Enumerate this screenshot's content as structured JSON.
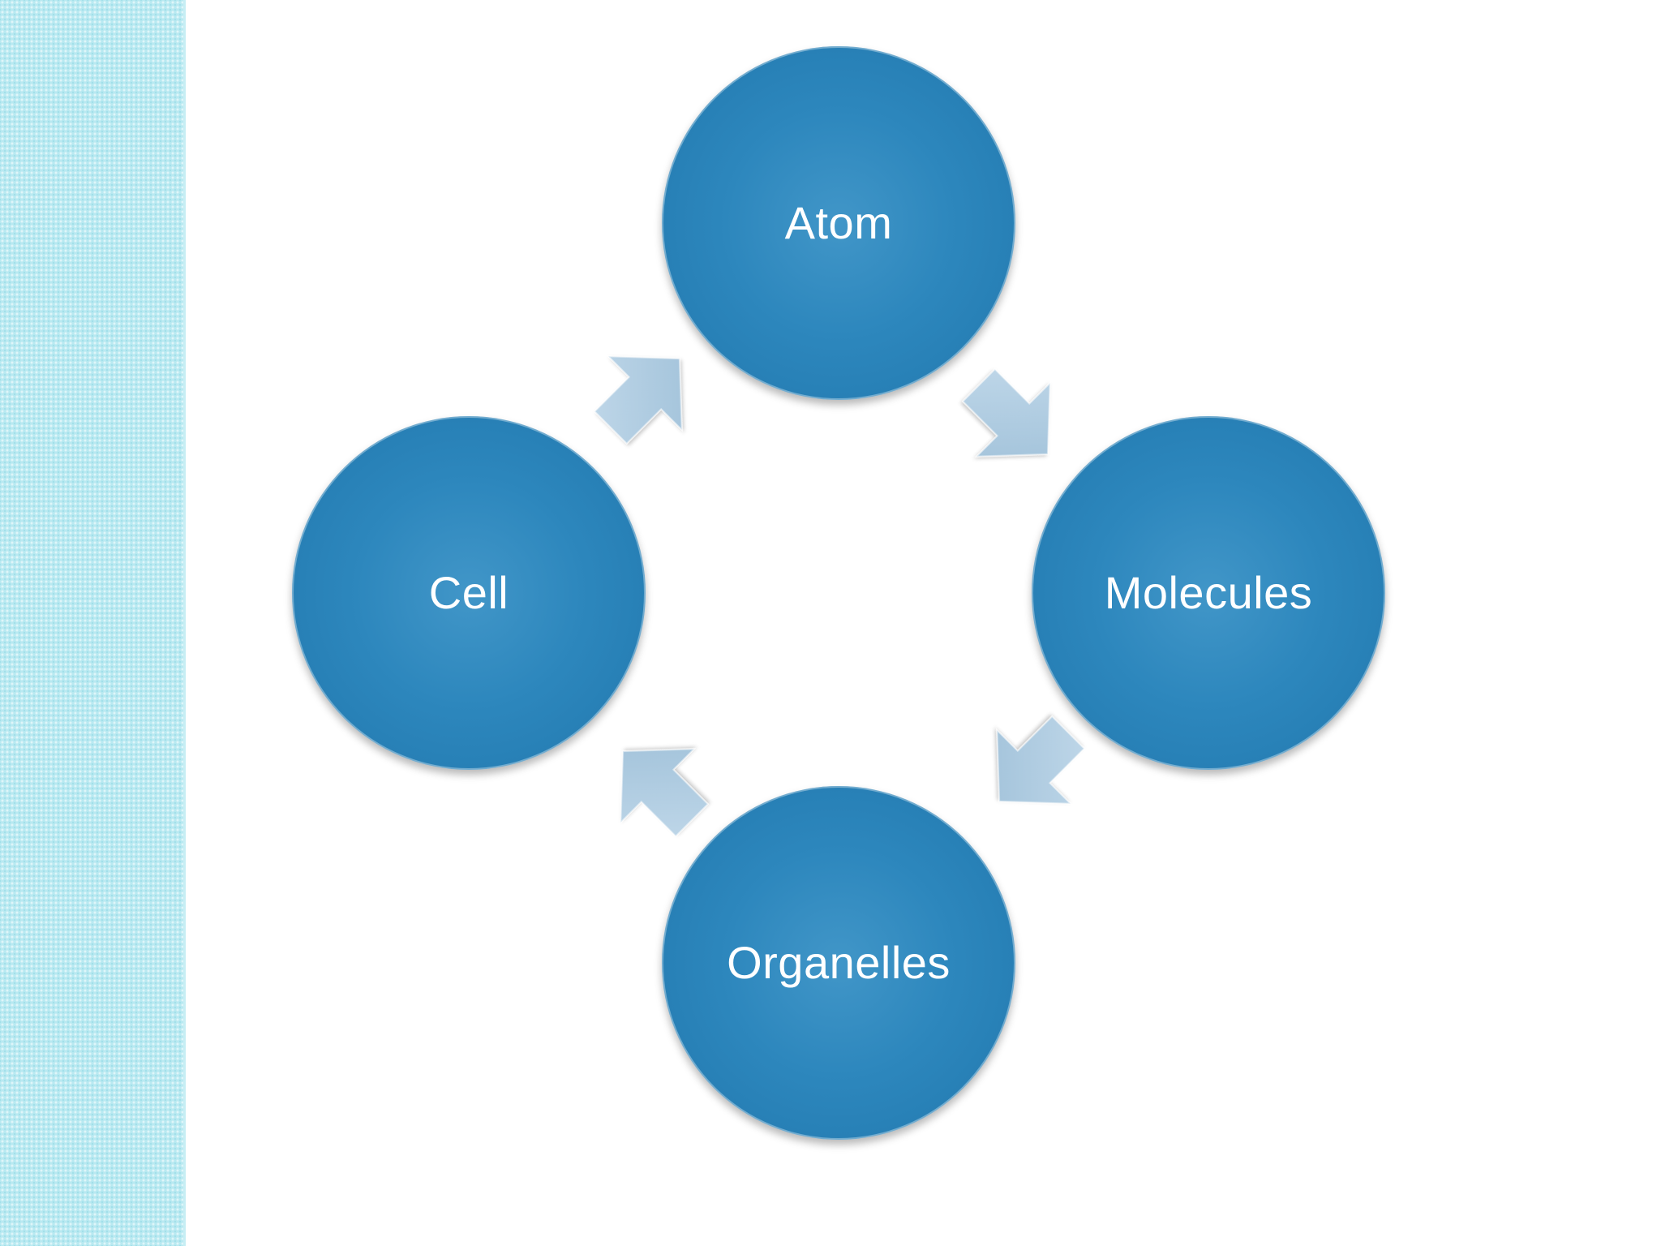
{
  "diagram": {
    "type": "cycle",
    "nodes": [
      {
        "id": "atom",
        "label": "Atom"
      },
      {
        "id": "molecules",
        "label": "Molecules"
      },
      {
        "id": "organelles",
        "label": "Organelles"
      },
      {
        "id": "cell",
        "label": "Cell"
      }
    ],
    "edges": [
      {
        "from": "atom",
        "to": "molecules"
      },
      {
        "from": "molecules",
        "to": "organelles"
      },
      {
        "from": "organelles",
        "to": "cell"
      },
      {
        "from": "cell",
        "to": "atom"
      }
    ]
  },
  "colors": {
    "node_fill": "#2d87bd",
    "arrow_fill": "#a9c8de",
    "side_band": "#b9e9f1",
    "label_text": "#ffffff"
  }
}
